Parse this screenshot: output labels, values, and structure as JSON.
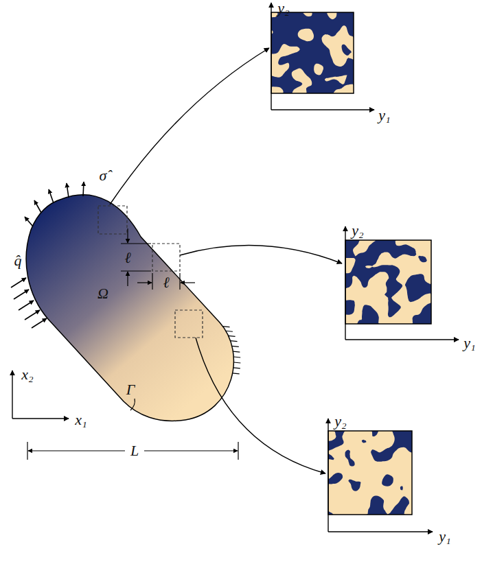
{
  "diagram": {
    "labels": [
      "σ̂",
      "q̂",
      "Ω",
      "Γ",
      "ℓ",
      "ℓ",
      "L",
      "x₁",
      "x₂",
      "y₂",
      "y₁",
      "y₂",
      "y₁",
      "y₂",
      "y₁"
    ]
  }
}
